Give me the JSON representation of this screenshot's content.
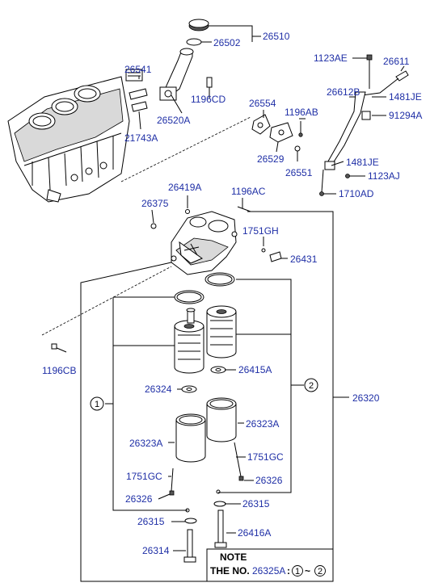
{
  "labels": {
    "p26510": "26510",
    "p26502": "26502",
    "p26541": "26541",
    "p1196CD": "1196CD",
    "p26520A": "26520A",
    "p21743A": "21743A",
    "p1123AE": "1123AE",
    "p26611": "26611",
    "p26612B": "26612B",
    "p1481JE_top": "1481JE",
    "p91294A": "91294A",
    "p26554": "26554",
    "p1196AB": "1196AB",
    "p26529": "26529",
    "p26551": "26551",
    "p1481JE_bottom": "1481JE",
    "p1123AJ": "1123AJ",
    "p1710AD": "1710AD",
    "p26419A": "26419A",
    "p1196AC": "1196AC",
    "p26375": "26375",
    "p1751GH": "1751GH",
    "p26431": "26431",
    "p1196CB": "1196CB",
    "p26415A": "26415A",
    "p26324": "26324",
    "p26320": "26320",
    "p26323A_right": "26323A",
    "p26323A_left": "26323A",
    "p1751GC_right": "1751GC",
    "p1751GC_left": "1751GC",
    "p26326_right": "26326",
    "p26326_left": "26326",
    "p26315_right": "26315",
    "p26315_left": "26315",
    "p26416A": "26416A",
    "p26314": "26314"
  },
  "circles": {
    "one": "1",
    "two": "2"
  },
  "note": {
    "title": "NOTE",
    "prefix": "THE NO.",
    "part": "26325A",
    "colon": ":",
    "range_start": "1",
    "range_sep": "~",
    "range_end": "2"
  },
  "colors": {
    "label": "#1f2fa6",
    "line": "#000000",
    "background": "#ffffff"
  }
}
